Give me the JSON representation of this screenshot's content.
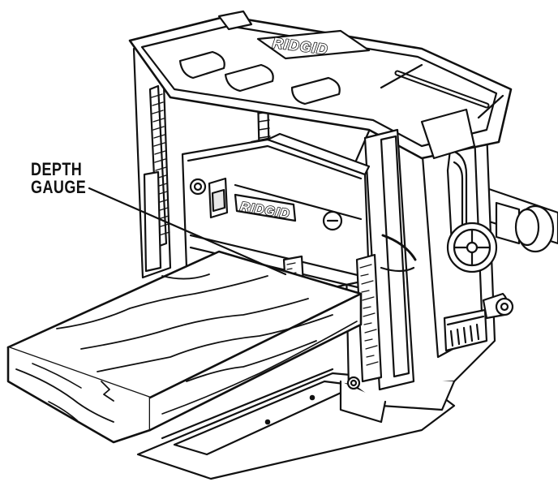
{
  "callout": {
    "line1": "DEPTH",
    "line2": "GAUGE"
  },
  "brand": {
    "top": "RIDGID",
    "front": "RIDGID"
  },
  "colors": {
    "ink": "#111111",
    "paper": "#ffffff",
    "shade": "#e8e8e8"
  }
}
